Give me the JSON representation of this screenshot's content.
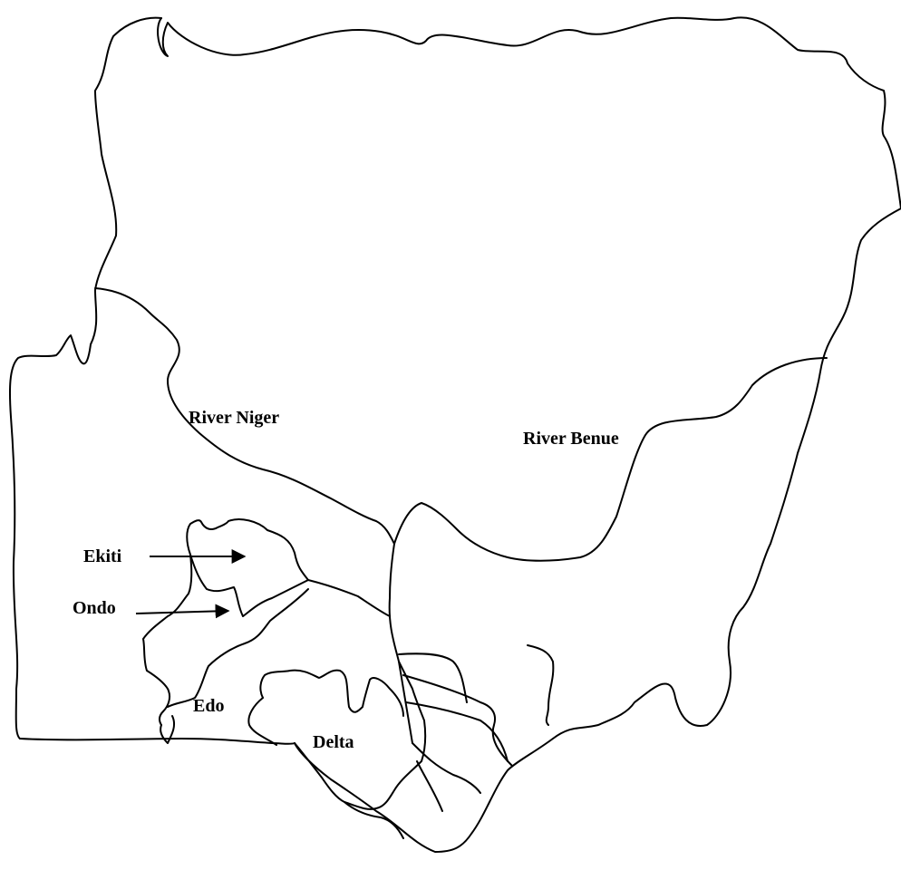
{
  "map": {
    "labels": {
      "river_niger": "River Niger",
      "river_benue": "River Benue",
      "ekiti": "Ekiti",
      "ondo": "Ondo",
      "edo": "Edo",
      "delta": "Delta"
    },
    "line_color": "#000000",
    "background_color": "#ffffff"
  }
}
